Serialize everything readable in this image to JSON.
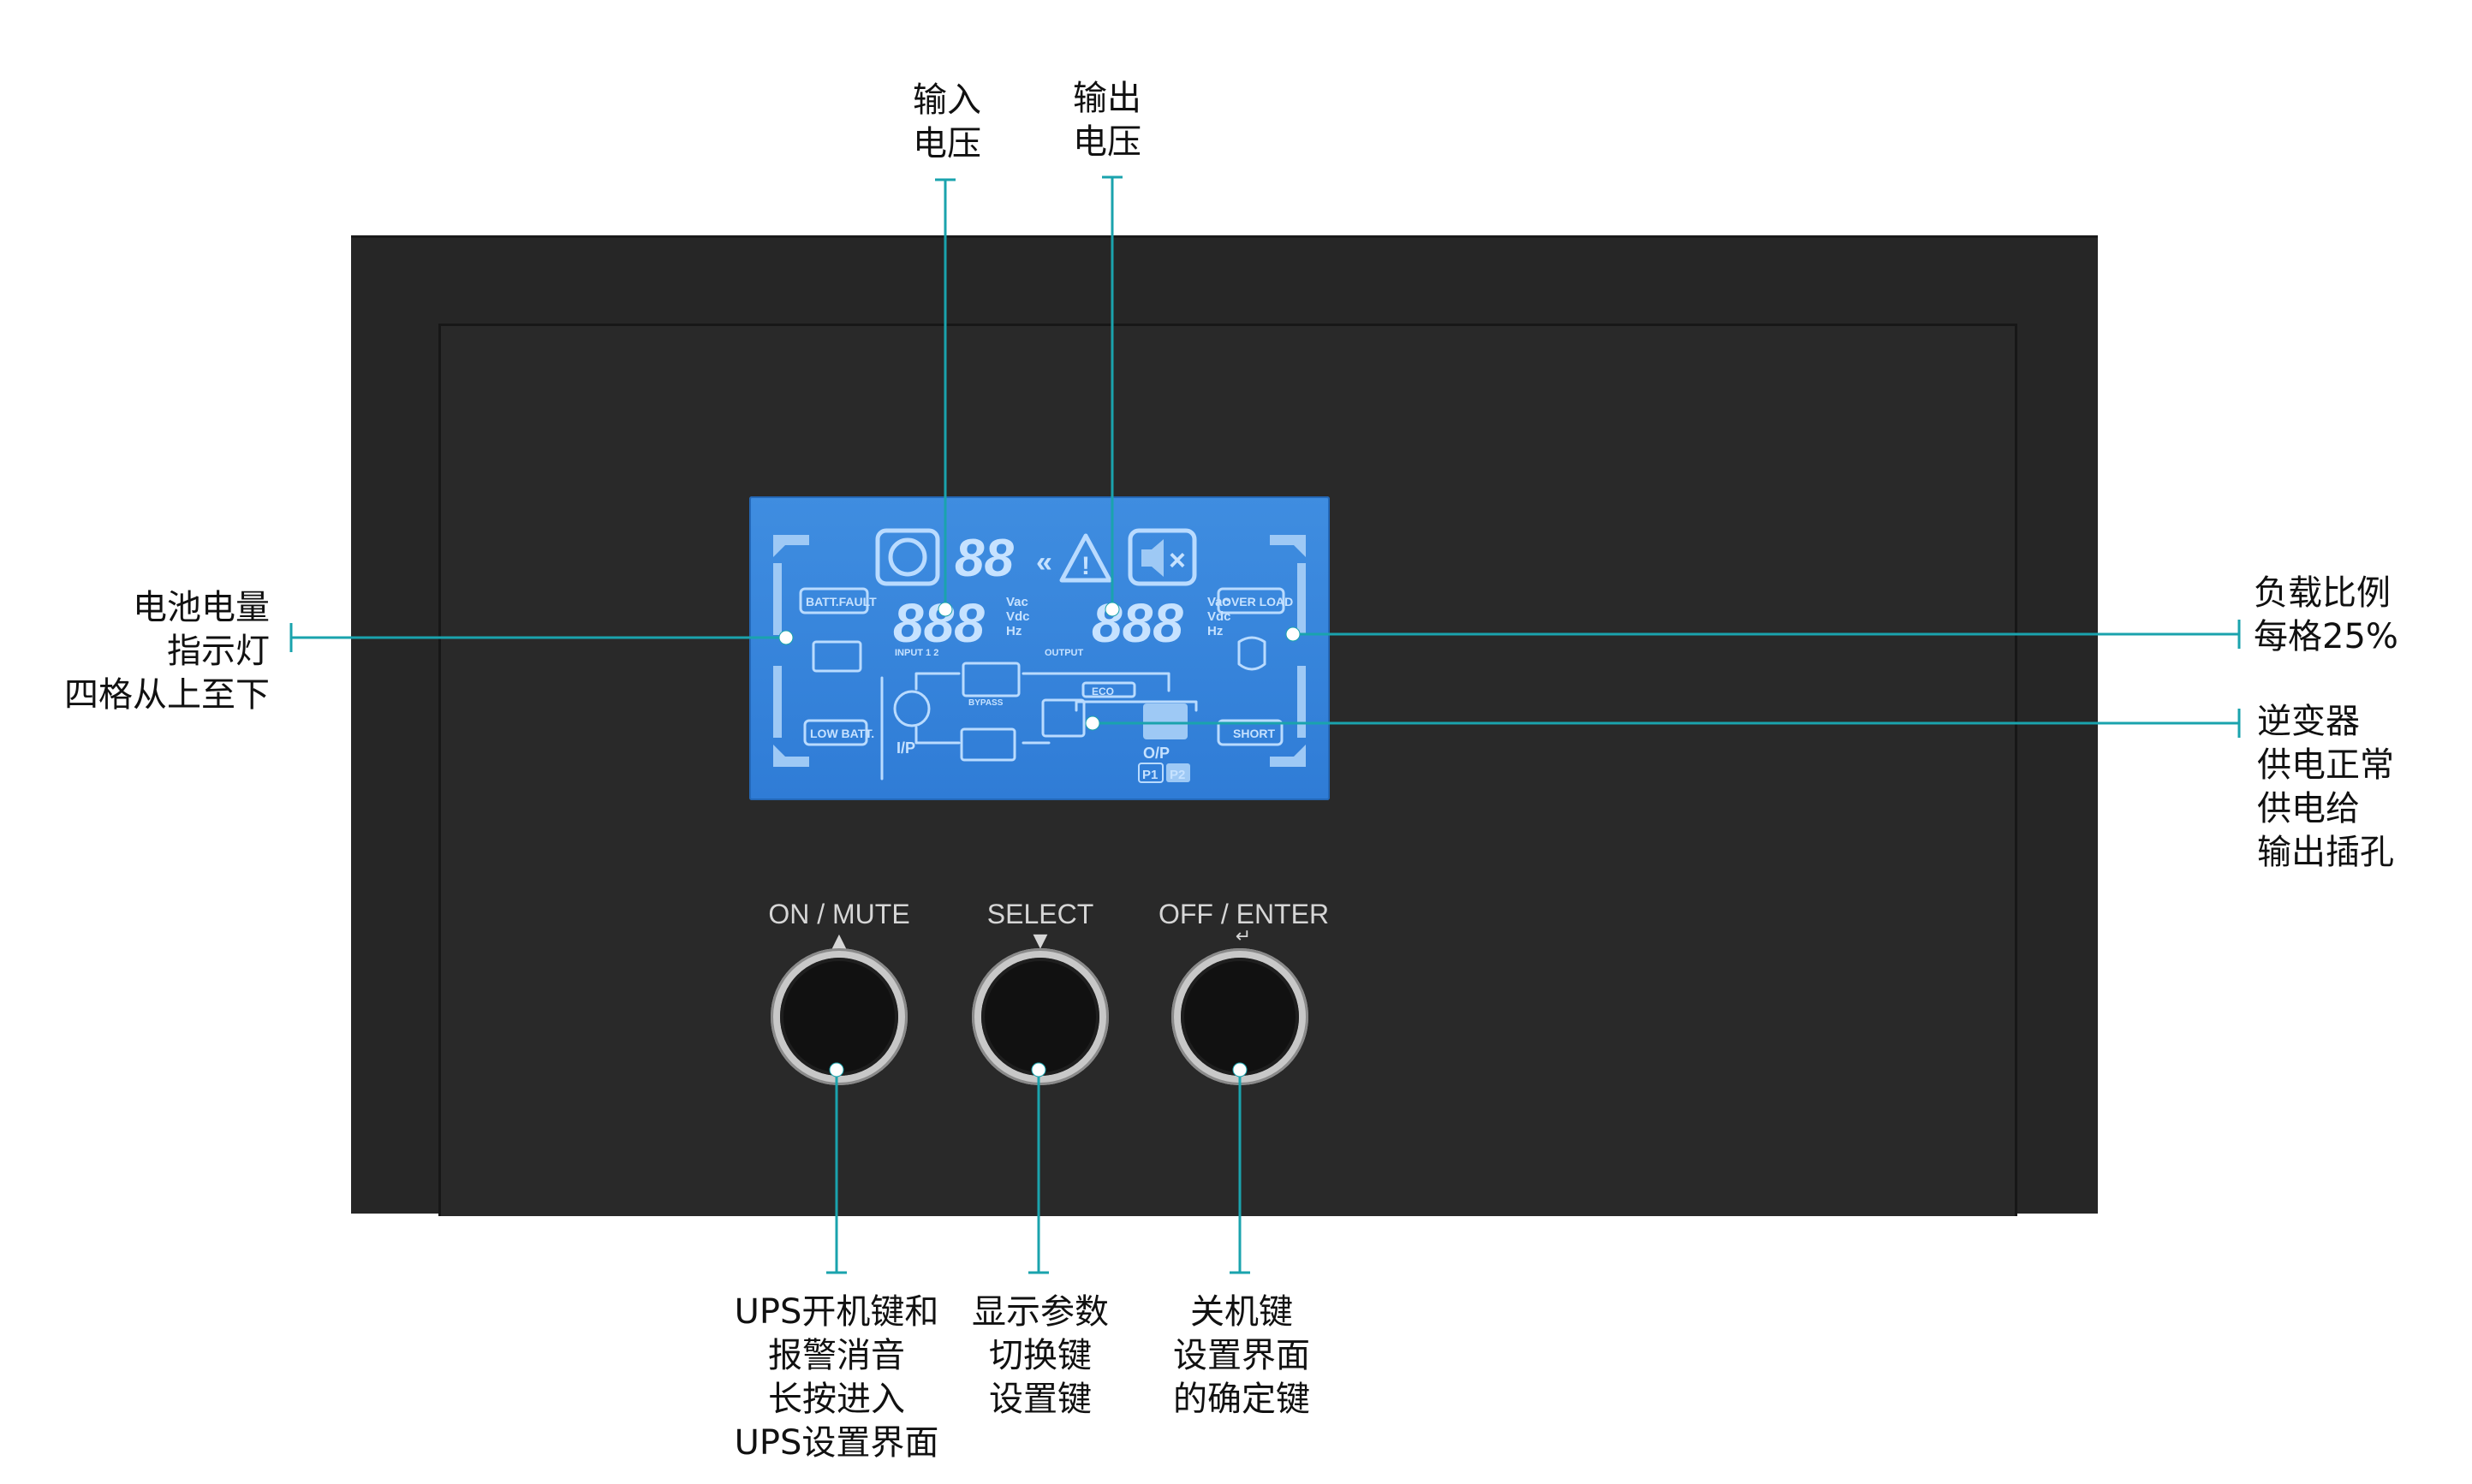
{
  "lcd": {
    "digits_top": "88",
    "digits_input": "888",
    "digits_output": "888",
    "units_input": [
      "Vac",
      "Vdc",
      "Hz"
    ],
    "units_output": [
      "Vac",
      "Vdc",
      "Hz"
    ],
    "label_input": "INPUT 1 2",
    "label_output": "OUTPUT",
    "batt_fault": "BATT.FAULT",
    "low_batt": "LOW BATT.",
    "over_load": "OVER LOAD",
    "short": "SHORT",
    "bypass": "BYPASS",
    "eco": "ECO",
    "ip": "I/P",
    "op": "O/P",
    "p1": "P1",
    "p2": "P2"
  },
  "buttons": [
    {
      "label": "ON / MUTE",
      "arrow": "▲"
    },
    {
      "label": "SELECT",
      "arrow": "▼"
    },
    {
      "label": "OFF / ENTER",
      "arrow": "↵"
    }
  ],
  "annotations": {
    "input_voltage": "输入\n电压",
    "output_voltage": "输出\n电压",
    "battery_level": "电池电量\n指示灯\n四格从上至下",
    "load_ratio": "负载比例\n每格25%",
    "inverter": "逆变器\n供电正常\n供电给\n输出插孔",
    "on_mute": "UPS开机键和\n报警消音\n长按进入\nUPS设置界面",
    "select": "显示参数\n切换键\n设置键",
    "off_enter": "关机键\n设置界面\n的确定键"
  },
  "colors": {
    "accent_line": "#1aa3ad",
    "lcd_blue": "#3a88dc",
    "panel": "#262626"
  }
}
